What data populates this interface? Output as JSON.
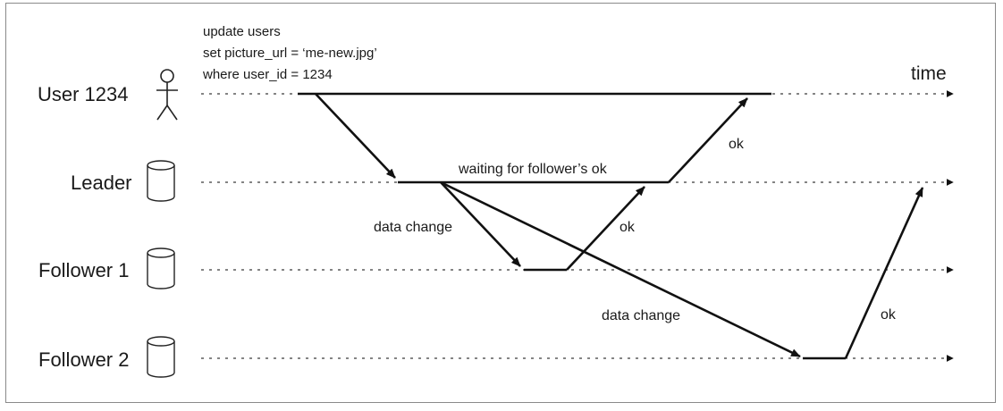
{
  "query": {
    "line1": "update users",
    "line2": "set picture_url = ‘me-new.jpg’",
    "line3": "where user_id = 1234"
  },
  "axis": {
    "time_label": "time"
  },
  "nodes": {
    "user": "User 1234",
    "leader": "Leader",
    "follower1": "Follower 1",
    "follower2": "Follower 2"
  },
  "messages": {
    "waiting": "waiting for follower’s ok",
    "data_change_1": "data change",
    "data_change_2": "data change",
    "ok_follower1": "ok",
    "ok_leader": "ok",
    "ok_follower2": "ok"
  },
  "icons": {
    "user": "person-icon",
    "node": "database-icon"
  }
}
